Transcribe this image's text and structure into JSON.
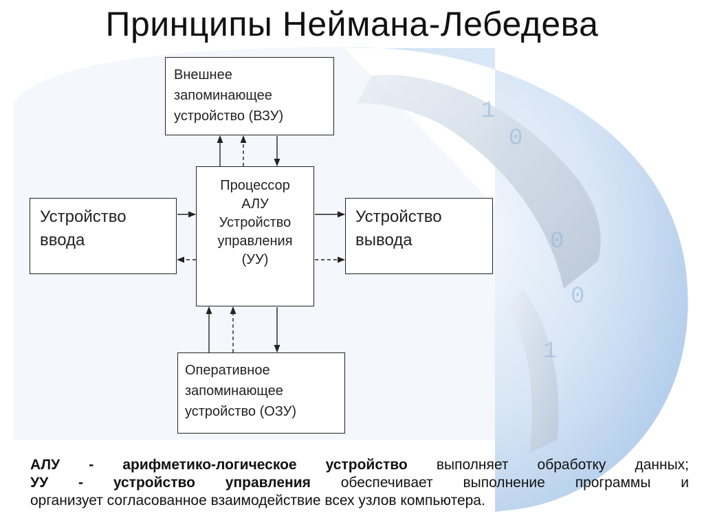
{
  "title": "Принципы Неймана-Лебедева",
  "diagram": {
    "vzu": "Внешнее\nзапоминающее\nустройство (ВЗУ)",
    "processor": "Процессор\nАЛУ\nУстройство\nуправления\n(УУ)",
    "input": "Устройство\nввода",
    "output": "Устройство\nвывода",
    "ozu": "Оперативное\nзапоминающее\nустройство (ОЗУ)"
  },
  "description": {
    "line1_bold": "АЛУ - арифметико-логическое устройство",
    "line1_rest": " выполняет обработку данных;",
    "line2_bold": "УУ - устройство управления",
    "line2_rest": " обеспечивает выполнение программы и",
    "line3": "организует согласованное взаимодействие всех узлов компьютера."
  },
  "colors": {
    "globe": "#b9d4ef",
    "border": "#222222"
  }
}
